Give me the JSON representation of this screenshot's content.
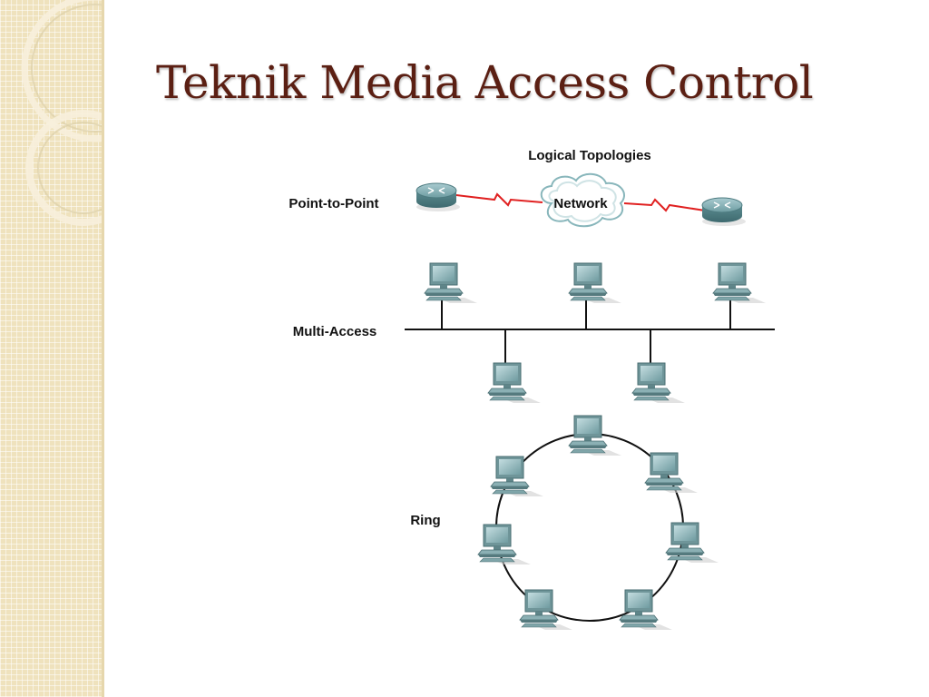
{
  "slide": {
    "title": "Teknik Media Access Control"
  },
  "diagram": {
    "heading": "Logical Topologies",
    "point_to_point": {
      "label": "Point-to-Point",
      "cloud_label": "Network"
    },
    "multi_access": {
      "label": "Multi-Access"
    },
    "ring": {
      "label": "Ring"
    }
  },
  "colors": {
    "title": "#5b1f13",
    "sidebar": "#efe2bd",
    "serial_link": "#e02020",
    "router_body": "#5f8f93",
    "pc_screen": "#8fb6bb",
    "cable": "#111111"
  },
  "icons": [
    "router-icon",
    "cloud-icon",
    "computer-icon",
    "serial-link-icon"
  ]
}
